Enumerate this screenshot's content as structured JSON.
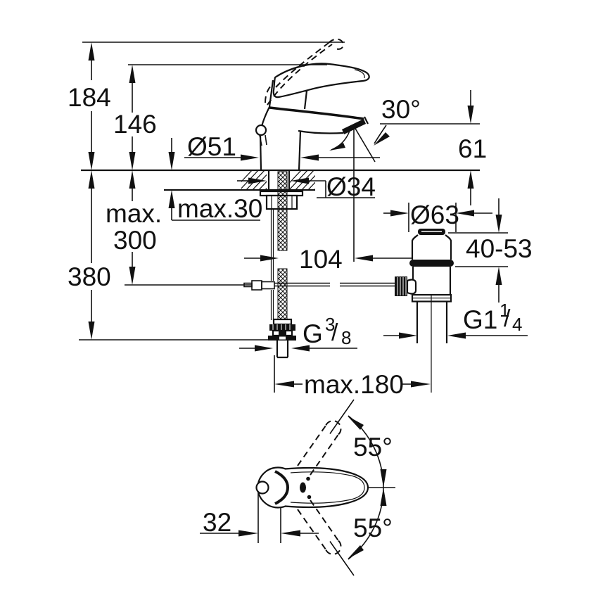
{
  "drawing": {
    "kind": "technical-dimension-drawing",
    "product": "single-lever basin mixer with pop-up waste set",
    "colors": {
      "line": "#111111",
      "background": "#ffffff"
    },
    "side_view": {
      "overall_height": "184",
      "height_to_lever": "146",
      "base_diameter": "Ø51",
      "spout_angle": "30°",
      "spout_outlet_height": "61",
      "mounting_hole_diameter": "Ø34",
      "max_deck_thickness": "max.30",
      "max_rod_length_line1": "max.",
      "max_rod_length_line2": "300",
      "hose_length": "380",
      "spout_projection": "104",
      "waste_flange_diameter": "Ø63",
      "waste_clamp_range": "40-53",
      "supply_thread": {
        "main": "G",
        "sup": "3",
        "slash": "/",
        "sub": "8"
      },
      "waste_thread": {
        "main": "G1",
        "sup": "1",
        "slash": "/",
        "sub": "4"
      },
      "max_waste_distance": "max.180"
    },
    "top_view": {
      "lever_swivel_up": "55°",
      "lever_swivel_down": "55°",
      "knob_offset": "32"
    }
  }
}
